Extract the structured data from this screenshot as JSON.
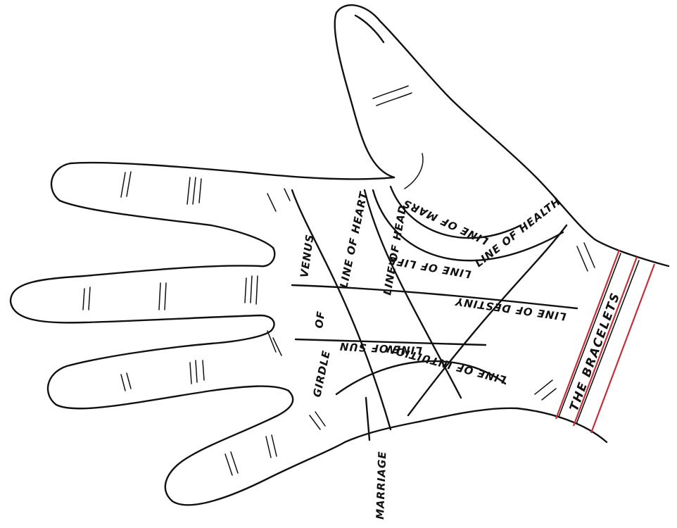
{
  "labels": {
    "line_of_mars": "LINE OF MARS",
    "line_of_life": "LINE OF LIFE",
    "line_of_health": "LINE OF HEALTH",
    "line_of_head": "LINE OF HEAD",
    "line_of_heart": "LINE OF HEART",
    "girdle_of_venus_1": "VENUS",
    "girdle_of_venus_2": "OF",
    "girdle_of_venus_3": "GIRDLE",
    "line_of_destiny": "LINE OF DESTINY",
    "line_of_sun": "LINE OF SUN",
    "line_of_intuition": "LINE OF INTUITION",
    "marriage": "MARRIAGE",
    "bracelets": "THE BRACELETS"
  },
  "colors": {
    "ink": "#111111",
    "bracelet": "#c0303a",
    "paper": "#ffffff"
  }
}
